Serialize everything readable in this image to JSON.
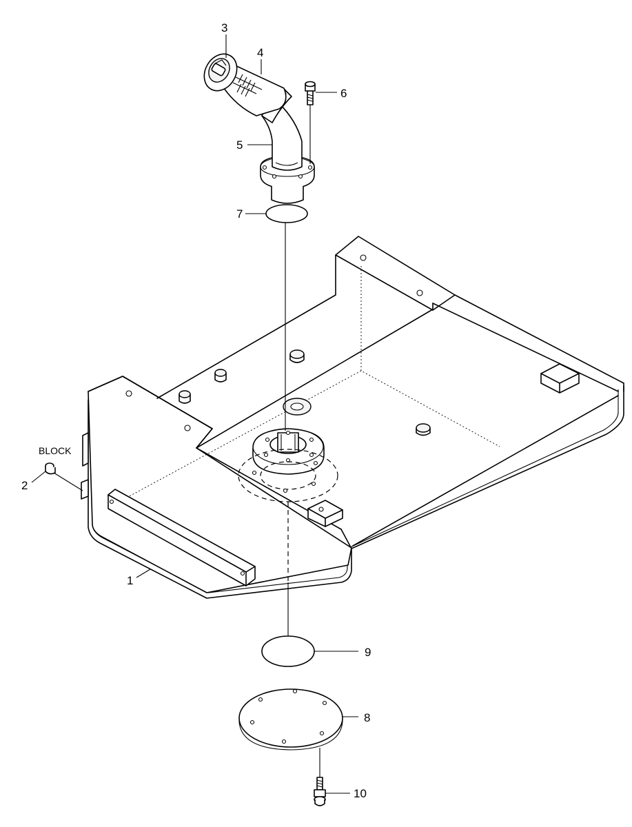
{
  "callouts": {
    "c1": "1",
    "c2": "2",
    "c3": "3",
    "c4": "4",
    "c5": "5",
    "c6": "6",
    "c7": "7",
    "c8": "8",
    "c9": "9",
    "c10": "10"
  },
  "notes": {
    "block": "BLOCK"
  }
}
